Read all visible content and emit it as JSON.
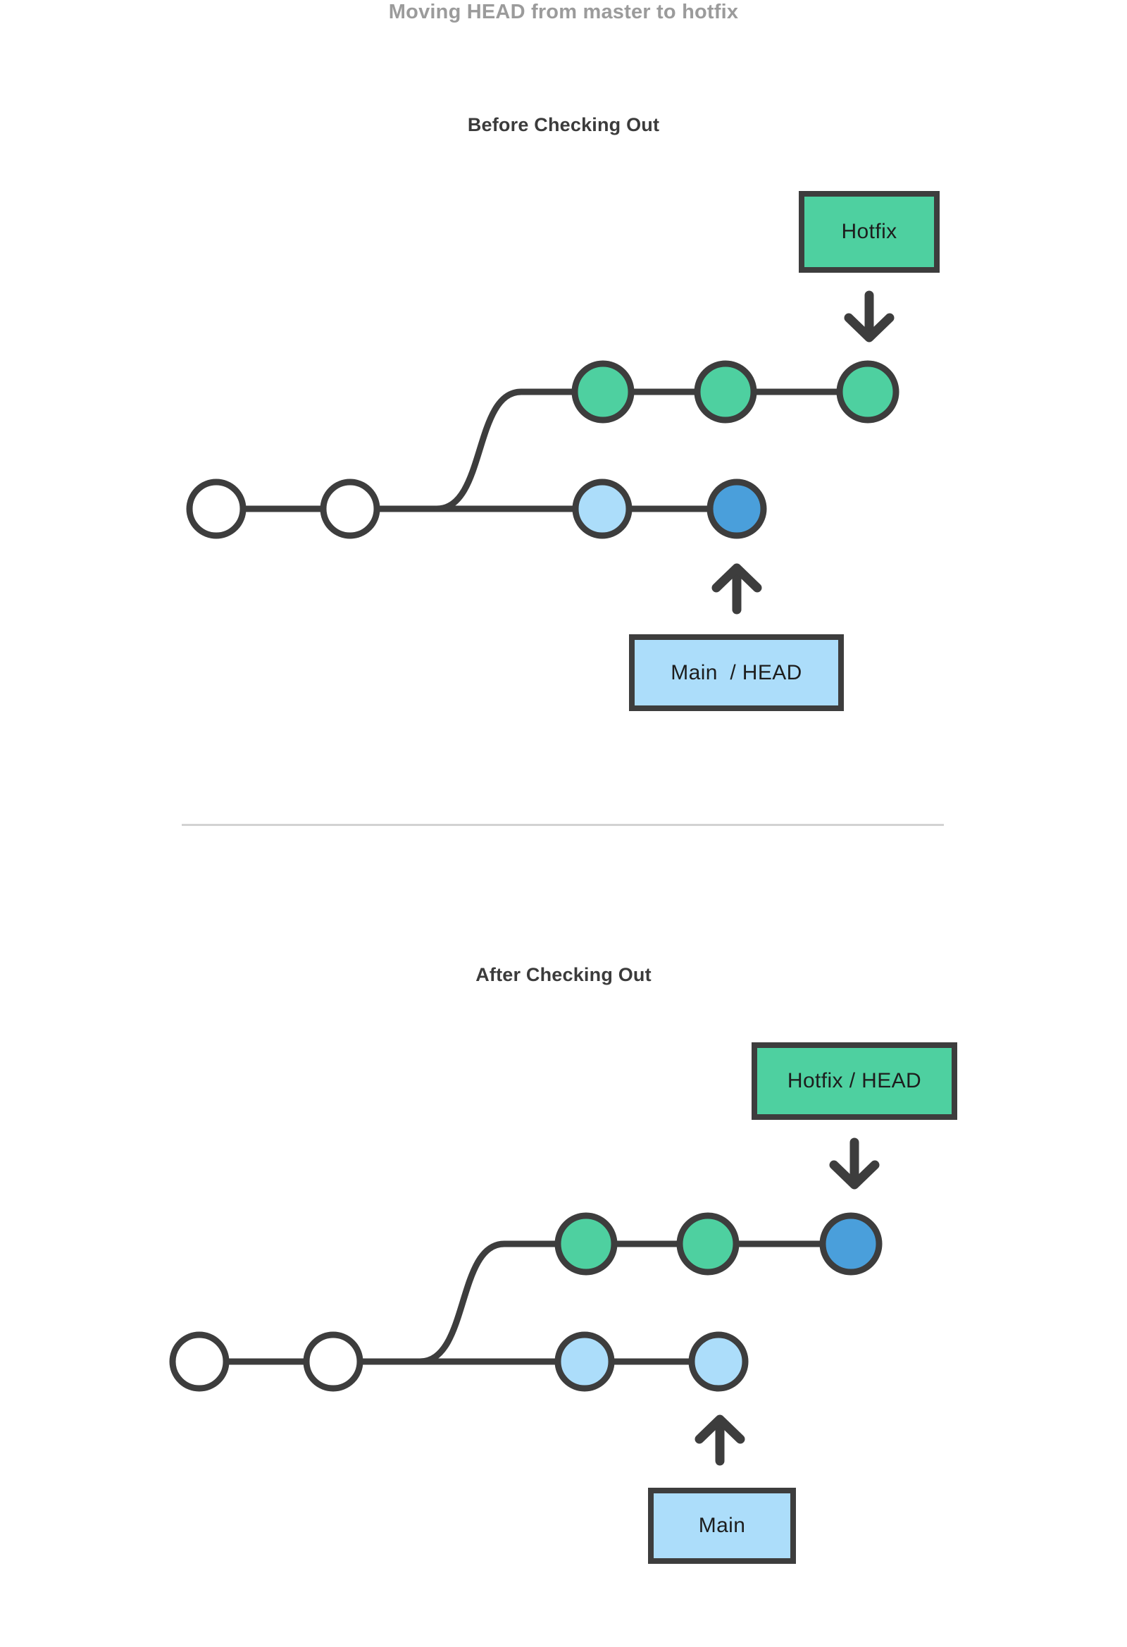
{
  "page": {
    "title": "Moving HEAD from master to hotfix",
    "background_color": "#ffffff",
    "title_color": "#9b9b9b"
  },
  "palette": {
    "stroke": "#3d3d3d",
    "green": "#4ED0A0",
    "light_blue": "#ACDDFA",
    "head_blue": "#4A9FDB",
    "white_node": "#ffffff",
    "divider": "#d2d2d2",
    "section_title": "#3b3b3b"
  },
  "sections": [
    {
      "id": "before",
      "title": "Before Checking Out",
      "boxes": [
        {
          "id": "hotfix-before",
          "label": "Hotfix",
          "color": "green"
        },
        {
          "id": "main-before",
          "label": "Main  / HEAD",
          "color": "light_blue"
        }
      ],
      "branches": [
        {
          "name": "hotfix",
          "commits": [
            {
              "index": 0,
              "color": "green"
            },
            {
              "index": 1,
              "color": "green"
            },
            {
              "index": 2,
              "color": "green"
            }
          ]
        },
        {
          "name": "main",
          "commits": [
            {
              "index": 0,
              "color": "white"
            },
            {
              "index": 1,
              "color": "white"
            },
            {
              "index": 2,
              "color": "light_blue"
            },
            {
              "index": 3,
              "color": "head_blue"
            }
          ]
        }
      ],
      "arrows": [
        {
          "id": "hotfix-down-arrow",
          "direction": "down",
          "from": "hotfix-before",
          "to": "hotfix-commit-3"
        },
        {
          "id": "main-up-arrow",
          "direction": "up",
          "from": "main-before",
          "to": "main-commit-4"
        }
      ]
    },
    {
      "id": "after",
      "title": "After Checking Out",
      "boxes": [
        {
          "id": "hotfix-after",
          "label": "Hotfix / HEAD",
          "color": "green"
        },
        {
          "id": "main-after",
          "label": "Main",
          "color": "light_blue"
        }
      ],
      "branches": [
        {
          "name": "hotfix",
          "commits": [
            {
              "index": 0,
              "color": "green"
            },
            {
              "index": 1,
              "color": "green"
            },
            {
              "index": 2,
              "color": "head_blue"
            }
          ]
        },
        {
          "name": "main",
          "commits": [
            {
              "index": 0,
              "color": "white"
            },
            {
              "index": 1,
              "color": "white"
            },
            {
              "index": 2,
              "color": "light_blue"
            },
            {
              "index": 3,
              "color": "light_blue"
            }
          ]
        }
      ],
      "arrows": [
        {
          "id": "hotfix-down-arrow",
          "direction": "down",
          "from": "hotfix-after",
          "to": "hotfix-commit-3"
        },
        {
          "id": "main-up-arrow",
          "direction": "up",
          "from": "main-after",
          "to": "main-commit-3"
        }
      ]
    }
  ]
}
